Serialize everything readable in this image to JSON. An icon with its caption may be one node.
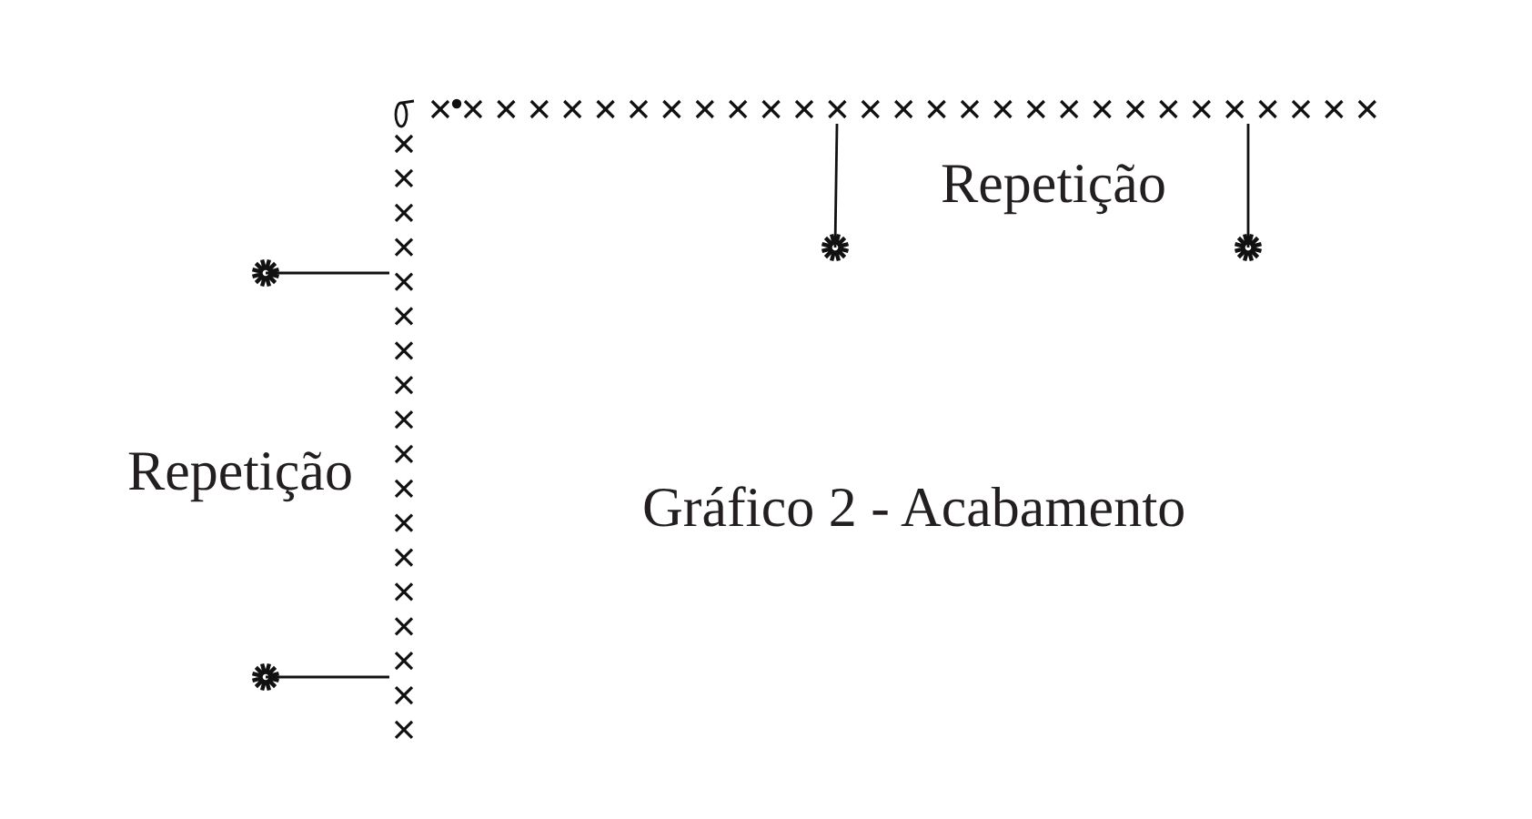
{
  "diagram": {
    "title": "Gráfico 2 - Acabamento",
    "labels": [
      "Repetição",
      "Repetição"
    ]
  }
}
